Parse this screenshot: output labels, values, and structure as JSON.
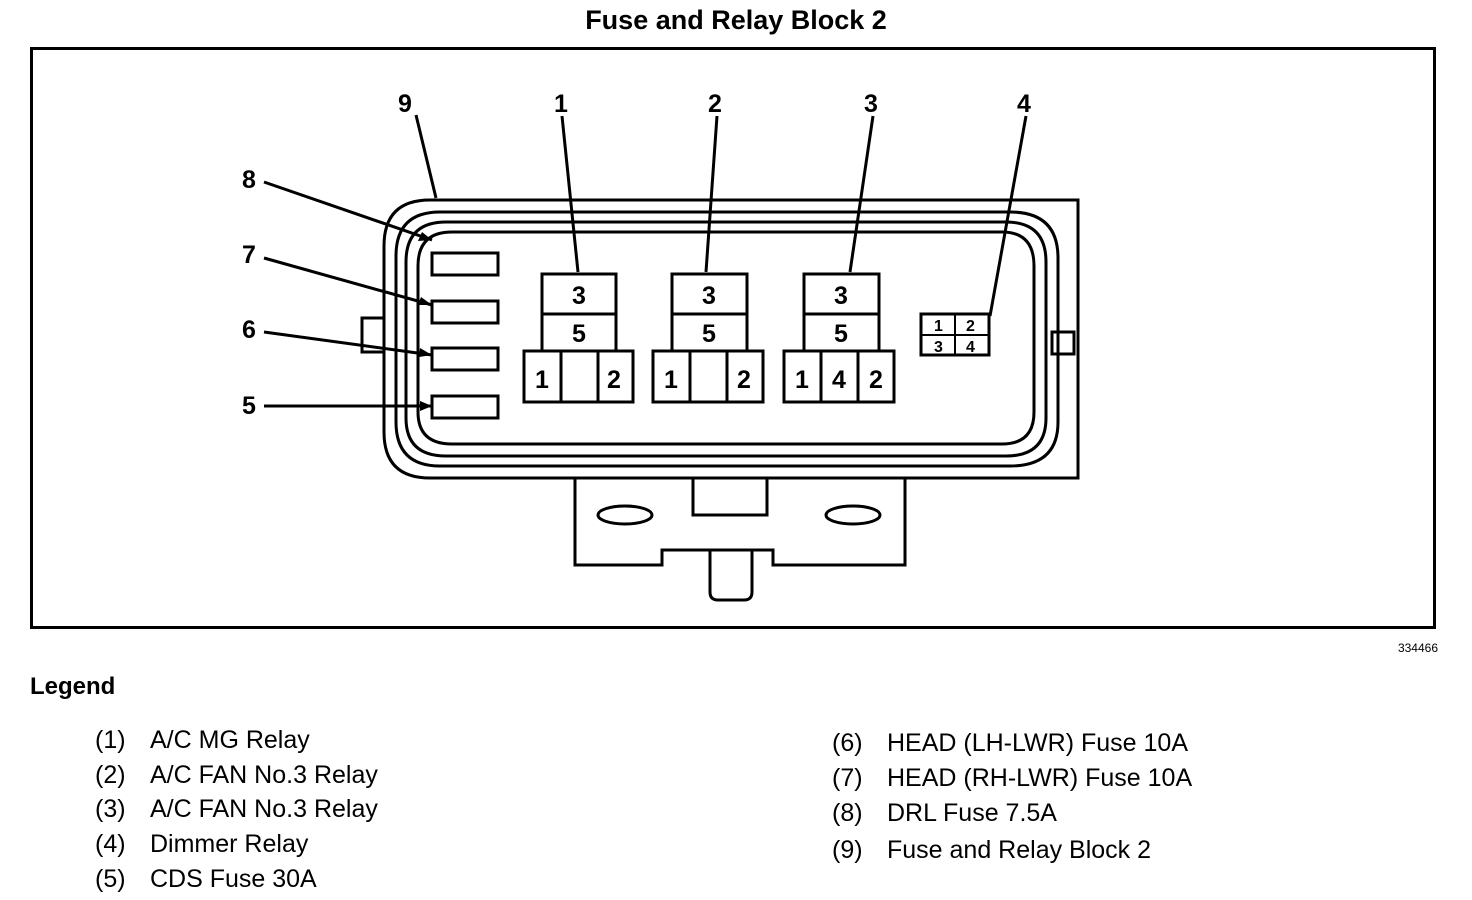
{
  "title": "Fuse and Relay Block 2",
  "figure_id": "334466",
  "callouts": [
    "9",
    "1",
    "2",
    "3",
    "4",
    "8",
    "7",
    "6",
    "5"
  ],
  "relay_terminals": {
    "r1": [
      "3",
      "5",
      "1",
      "2"
    ],
    "r2": [
      "3",
      "5",
      "1",
      "2"
    ],
    "r3": [
      "3",
      "5",
      "1",
      "4",
      "2"
    ],
    "r4": [
      "1",
      "2",
      "3",
      "4"
    ]
  },
  "legend": {
    "heading": "Legend",
    "items": [
      {
        "num": "(1)",
        "label": "A/C MG Relay"
      },
      {
        "num": "(2)",
        "label": "A/C FAN No.3 Relay"
      },
      {
        "num": "(3)",
        "label": "A/C FAN No.3 Relay"
      },
      {
        "num": "(4)",
        "label": "Dimmer Relay"
      },
      {
        "num": "(5)",
        "label": "CDS Fuse 30A"
      },
      {
        "num": "(6)",
        "label": "HEAD (LH-LWR) Fuse 10A"
      },
      {
        "num": "(7)",
        "label": "HEAD (RH-LWR) Fuse 10A"
      },
      {
        "num": "(8)",
        "label": "DRL Fuse 7.5A"
      },
      {
        "num": "(9)",
        "label": "Fuse and Relay Block 2"
      }
    ]
  }
}
